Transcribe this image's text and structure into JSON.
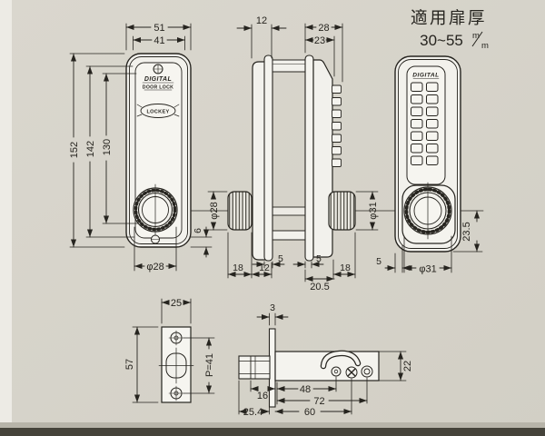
{
  "header": {
    "door_thickness_label": "適用扉厚",
    "door_thickness_range": "30~55",
    "unit_numerator": "m",
    "unit_denominator": "m"
  },
  "left_view": {
    "brand_top": "DIGITAL",
    "brand_bottom": "DOOR LOCK",
    "logo": "LOCKEY",
    "dim_width_outer": "51",
    "dim_width_inner": "41",
    "dim_height_outer": "152",
    "dim_height_mid": "142",
    "dim_height_inner": "130",
    "dim_knob_dia": "φ28",
    "dim_bottom_gap": "6"
  },
  "side_view": {
    "dim_rear_depth": "12",
    "dim_front_total": "28",
    "dim_front_body": "23",
    "dim_rear_knob_dia": "φ28",
    "dim_front_knob_dia": "φ31",
    "dim_rear_knob_len": "18",
    "dim_rear_body": "12",
    "dim_rear_flange": "5",
    "dim_front_flange": "5",
    "dim_front_knob_len": "18",
    "dim_center": "20.5"
  },
  "keypad_view": {
    "brand": "DIGITAL",
    "dim_edge_gap": "5",
    "dim_knob_dia": "φ31",
    "dim_center_to_bottom": "23.5"
  },
  "strike_plate_view": {
    "dim_width": "25",
    "dim_height": "57",
    "dim_screw_pitch": "P=41"
  },
  "latch_view": {
    "dim_faceplate_thickness": "3",
    "dim_bolt": "16",
    "dim_total": "25.4",
    "dim_hole_a": "48",
    "dim_backset": "60",
    "dim_length": "72",
    "dim_height": "22"
  }
}
